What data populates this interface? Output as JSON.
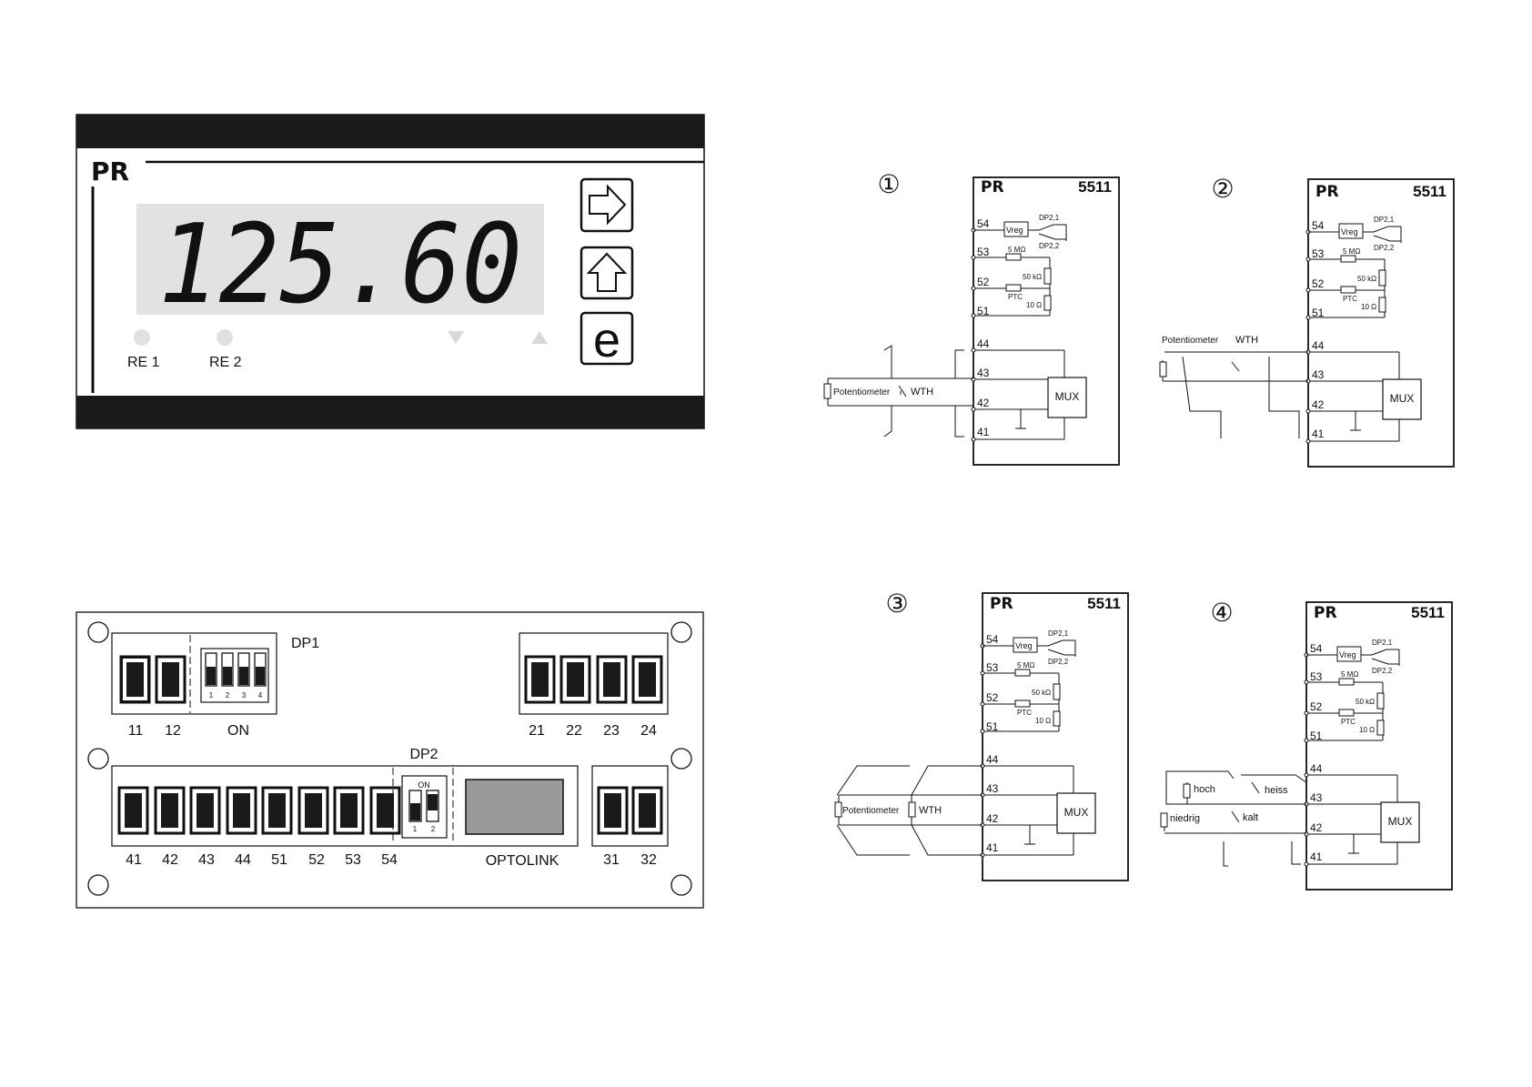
{
  "front_panel": {
    "brand": "PR",
    "display": "125.60",
    "leds": [
      "RE 1",
      "RE 2"
    ],
    "buttons": [
      "right-arrow",
      "up-arrow",
      "enter-e"
    ],
    "enter_glyph": "e"
  },
  "terminal_panel": {
    "dp1_label": "DP1",
    "dp2_label": "DP2",
    "on_label": "ON",
    "dp2_on_label": "ON",
    "dp1_switch_numbers": [
      "1",
      "2",
      "3",
      "4"
    ],
    "dp2_switch_numbers": [
      "1",
      "2"
    ],
    "top_left_terminals": [
      "11",
      "12"
    ],
    "top_right_terminals": [
      "21",
      "22",
      "23",
      "24"
    ],
    "bottom_terminals": [
      "41",
      "42",
      "43",
      "44",
      "51",
      "52",
      "53",
      "54"
    ],
    "optolink_label": "OPTOLINK",
    "right_terminals": [
      "31",
      "32"
    ]
  },
  "diagrams": [
    {
      "number": "①",
      "brand": "PR",
      "model": "5511"
    },
    {
      "number": "②",
      "brand": "PR",
      "model": "5511"
    },
    {
      "number": "③",
      "brand": "PR",
      "model": "5511"
    },
    {
      "number": "④",
      "brand": "PR",
      "model": "5511"
    }
  ],
  "schematic": {
    "terminals": [
      "54",
      "53",
      "52",
      "51",
      "44",
      "43",
      "42",
      "41"
    ],
    "vreg": "Vreg",
    "dp21": "DP2,1",
    "dp22": "DP2,2",
    "r5m": "5 MΩ",
    "r50k": "50 kΩ",
    "r10": "10 Ω",
    "ptc": "PTC",
    "mux": "MUX"
  },
  "sensor_labels": {
    "potentiometer": "Potentiometer",
    "wth": "WTH",
    "hoch": "hoch",
    "niedrig": "niedrig",
    "heiss": "heiss",
    "kalt": "kalt"
  }
}
